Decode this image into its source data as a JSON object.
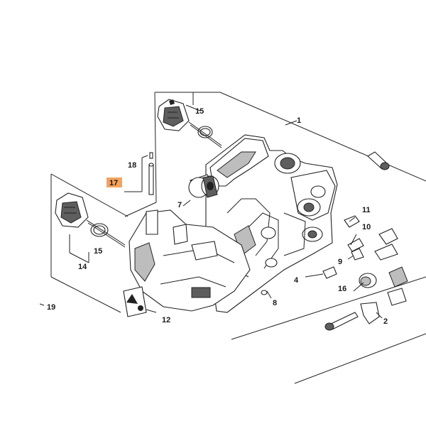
{
  "diagram": {
    "highlight_color": "#f5a35c",
    "highlighted_part": "17",
    "callouts": [
      {
        "id": "c1",
        "text": "1"
      },
      {
        "id": "c2",
        "text": "2"
      },
      {
        "id": "c4",
        "text": "4"
      },
      {
        "id": "c7",
        "text": "7"
      },
      {
        "id": "c8",
        "text": "8"
      },
      {
        "id": "c9",
        "text": "9"
      },
      {
        "id": "c10",
        "text": "10"
      },
      {
        "id": "c11",
        "text": "11"
      },
      {
        "id": "c12",
        "text": "12"
      },
      {
        "id": "c14",
        "text": "14"
      },
      {
        "id": "c15a",
        "text": "15"
      },
      {
        "id": "c15b",
        "text": "15"
      },
      {
        "id": "c16",
        "text": "16"
      },
      {
        "id": "c17",
        "text": "17"
      },
      {
        "id": "c18",
        "text": "18"
      },
      {
        "id": "c19",
        "text": "19"
      }
    ]
  }
}
